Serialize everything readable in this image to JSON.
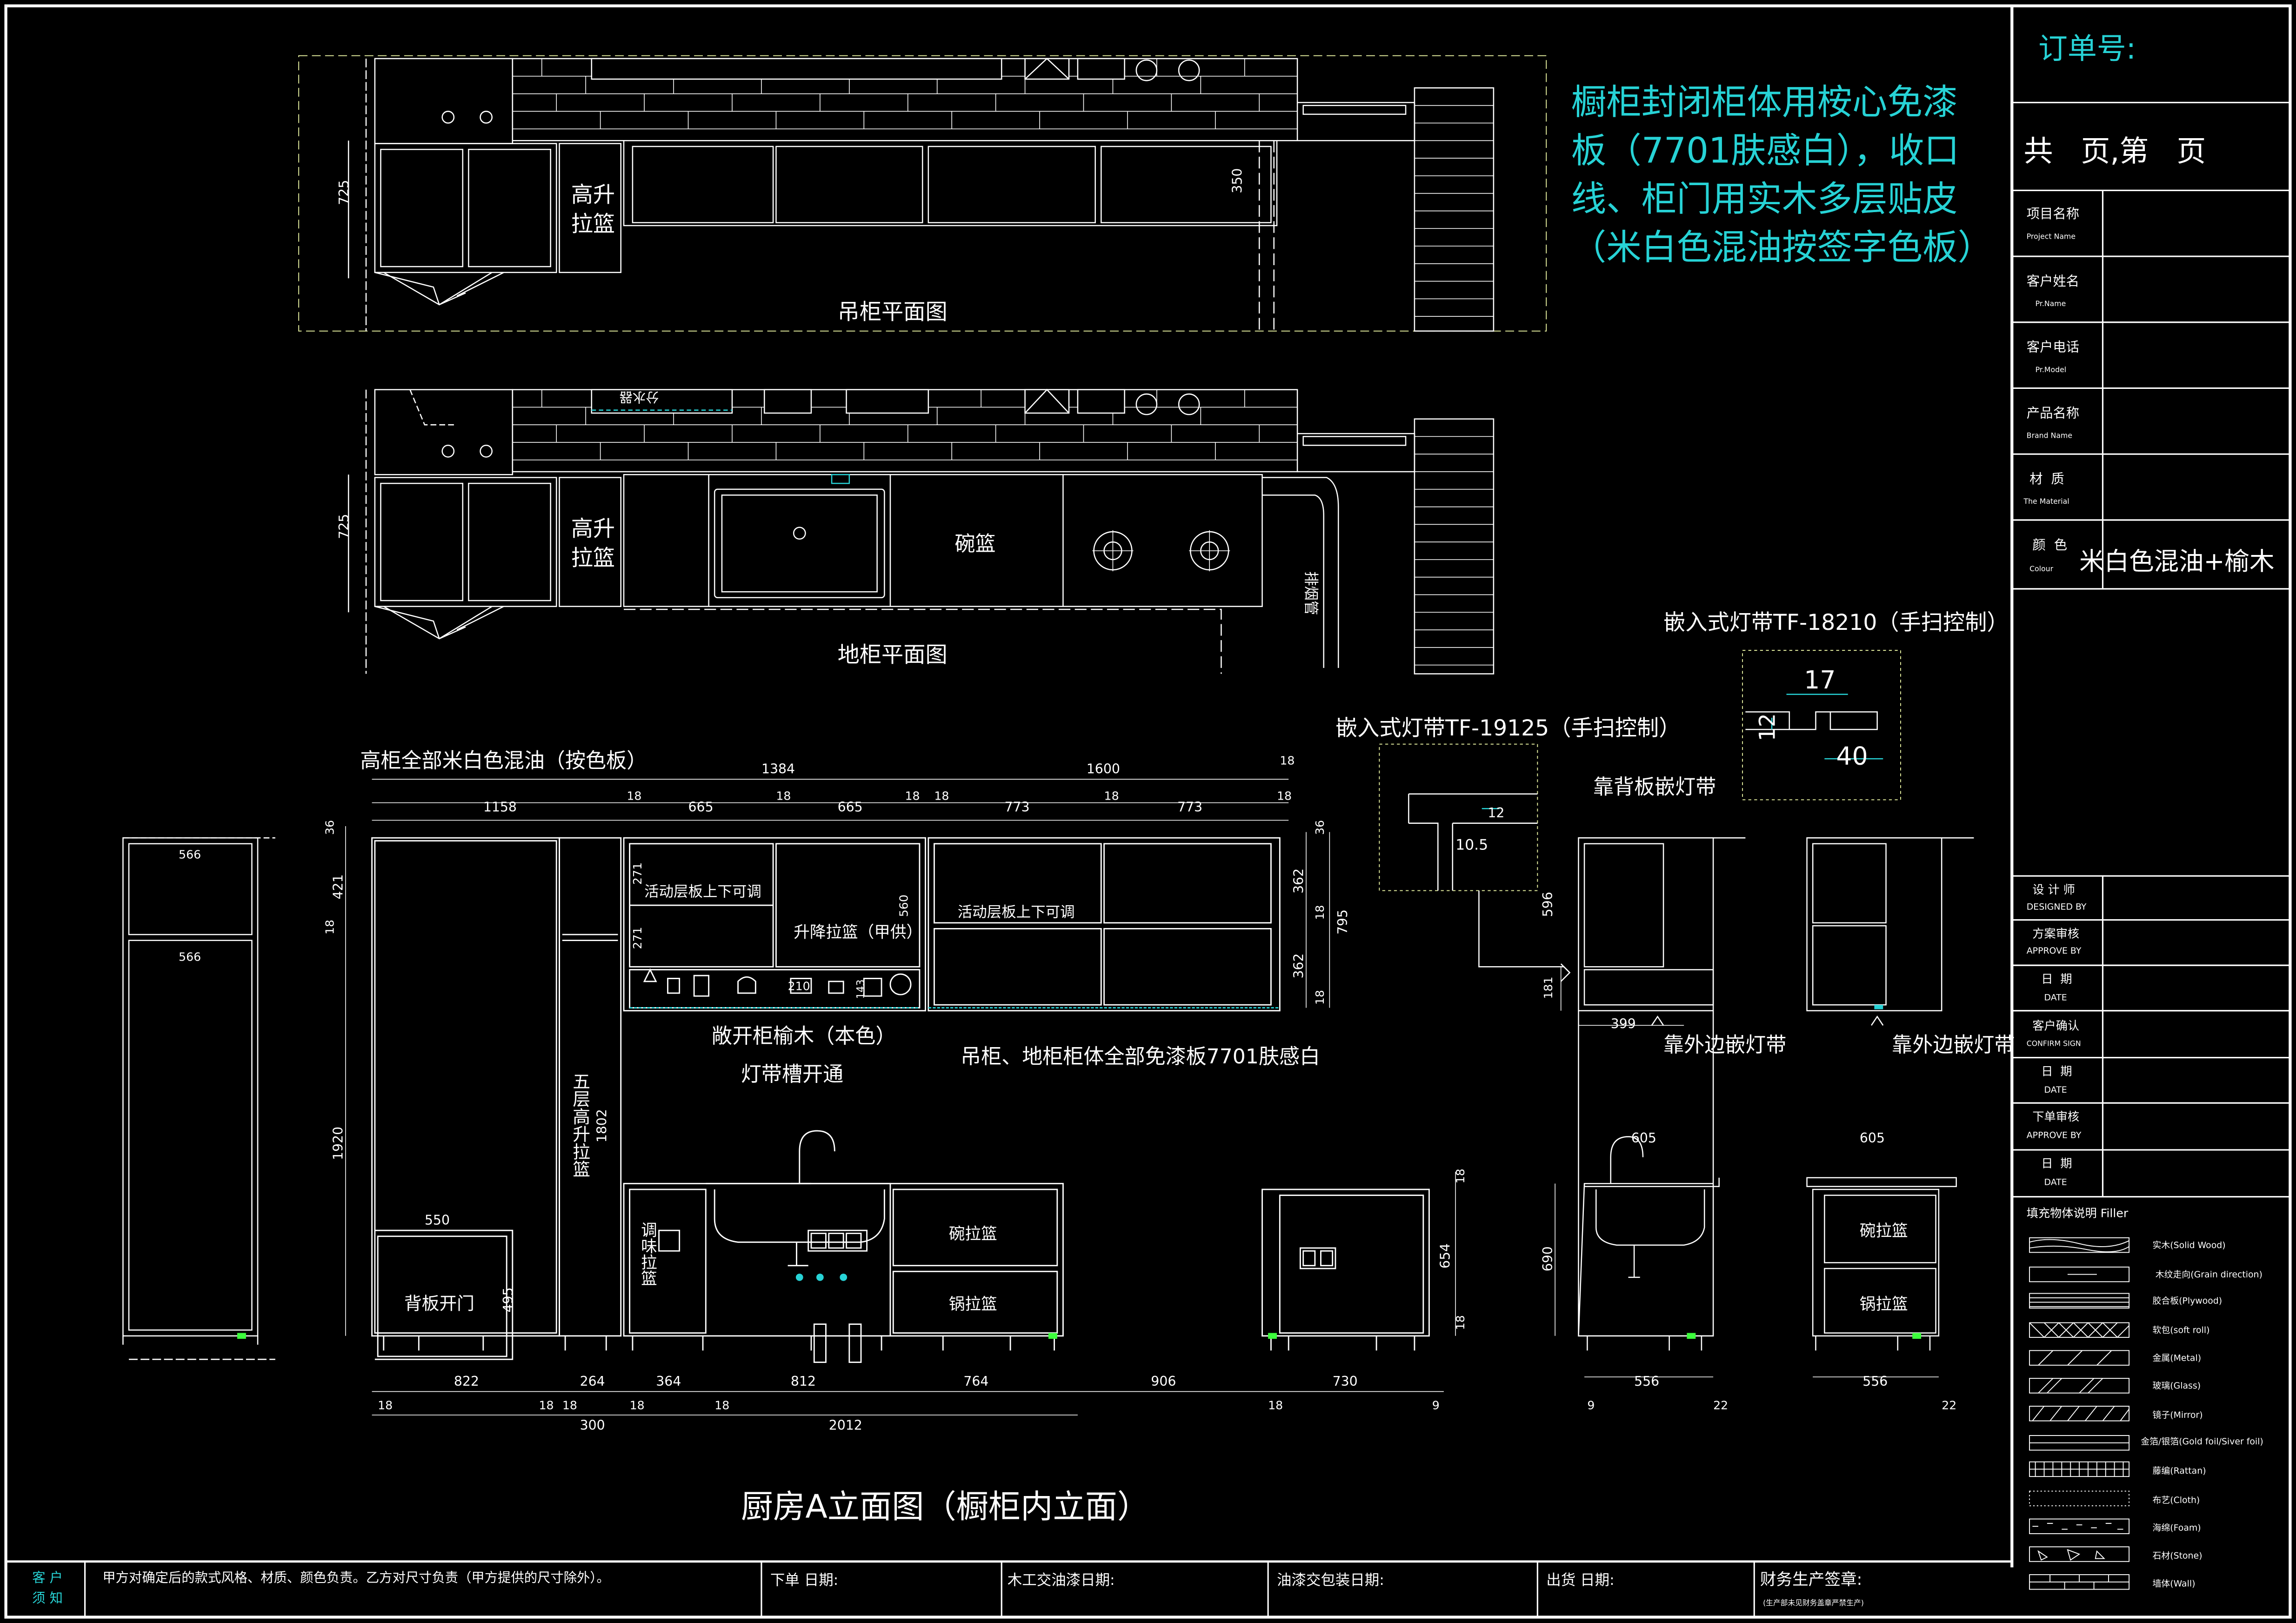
{
  "title_block": {
    "order_no": "订单号:",
    "pages": "共   页,第   页",
    "project_name": "项目名称",
    "project_name_en": "Project Name",
    "customer_name": "客户姓名",
    "customer_name_en": "Pr.Name",
    "customer_phone": "客户电话",
    "customer_phone_en": "Pr.Model",
    "product_name": "产品名称",
    "product_name_en": "Brand Name",
    "material": "材  质",
    "material_en": "The Material",
    "color": "颜  色",
    "color_en": "Colour",
    "color_value": "米白色混油+榆木",
    "designed_by": "设 计 师",
    "designed_by_en": "DESIGNED BY",
    "approve_by": "方案审核",
    "approve_by_en": "APPROVE BY",
    "date1": "日  期",
    "date1_en": "DATE",
    "confirm_sign": "客户确认",
    "confirm_sign_en": "CONFIRM SIGN",
    "date2": "日  期",
    "date2_en": "DATE",
    "order_review": "下单审核",
    "order_review_en": "APPROVE BY",
    "date3": "日  期",
    "date3_en": "DATE",
    "legend_title": "填充物体说明  Filler",
    "legend_items": [
      {
        "label": "实木(Solid Wood)"
      },
      {
        "label": "木纹走向(Grain direction)"
      },
      {
        "label": "胶合板(Plywood)"
      },
      {
        "label": "软包(soft roll)"
      },
      {
        "label": "金属(Metal)"
      },
      {
        "label": "玻璃(Glass)"
      },
      {
        "label": "镜子(Mirror)"
      },
      {
        "label": "金箔/银箔(Gold foil/Siver foil)"
      },
      {
        "label": "藤编(Rattan)"
      },
      {
        "label": "布艺(Cloth)"
      },
      {
        "label": "海绵(Foam)"
      },
      {
        "label": "石材(Stone)"
      },
      {
        "label": "墙体(Wall)"
      }
    ]
  },
  "note_cyan": [
    "橱柜封闭柜体用桉心免漆",
    "板（7701肤感白），收口",
    "线、柜门用实木多层贴皮",
    "（米白色混油按签字色板）"
  ],
  "plan_top": {
    "title": "吊柜平面图",
    "tall_basket": [
      "高升",
      "拉篮"
    ],
    "dim_725": "725",
    "dim_350": "350"
  },
  "plan_bottom": {
    "title": "地柜平面图",
    "tall_basket": [
      "高升",
      "拉篮"
    ],
    "dim_725": "725",
    "bowl": "碗篮",
    "exhaust": "排烟管",
    "pipe": "分水器"
  },
  "callouts": {
    "led1": "嵌入式灯带TF-18210（手扫控制）",
    "led1_dims": {
      "a": "17",
      "b": "12",
      "c": "40"
    },
    "led2": "嵌入式灯带TF-19125（手扫控制）",
    "led2_dims": {
      "a": "12",
      "b": "10.5"
    },
    "back_led": "靠背板嵌灯带",
    "outer_led_1": "靠外边嵌灯带",
    "outer_led_2": "靠外边嵌灯带"
  },
  "elevation": {
    "title": "厨房A立面图（橱柜内立面）",
    "tall_note": "高柜全部米白色混油（按色板）",
    "open_cab": [
      "敞开柜榆木（本色）",
      "灯带槽开通"
    ],
    "body_note": "吊柜、地柜柜体全部免漆板7701肤感白",
    "adj_shelf_1": "活动层板上下可调",
    "adj_shelf_2": "活动层板上下可调",
    "lift_basket": "升降拉篮（甲供）",
    "five_layer": "五层高升拉篮",
    "back_door": "背板开门",
    "spice": "调味拉篮",
    "bowl": "碗拉篮",
    "pot": "锅拉篮",
    "dims_top": [
      "1384",
      "1600"
    ],
    "dims_top2": [
      "1158",
      "18",
      "665",
      "18",
      "665",
      "18",
      "18",
      "773",
      "18",
      "773",
      "18",
      "18"
    ],
    "dims_right": [
      "36",
      "362",
      "18",
      "362",
      "18",
      "795"
    ],
    "dims_left": [
      "36",
      "421",
      "18",
      "1920"
    ],
    "dims_inner": [
      "271",
      "271",
      "560",
      "210",
      "143",
      "1802",
      "550",
      "495"
    ],
    "dims_bottom": [
      "18",
      "822",
      "18",
      "18",
      "264",
      "18",
      "364",
      "18",
      "812",
      "764",
      "906",
      "18",
      "730",
      "9"
    ],
    "dims_bottom2": [
      "300",
      "2012"
    ],
    "dim_654": "654",
    "dim_18a": "18",
    "dim_18b": "18",
    "side_566a": "566",
    "side_566b": "566"
  },
  "side_views": {
    "dim_596": "596",
    "dim_181": "181",
    "dim_399": "399",
    "dim_605a": "605",
    "dim_605b": "605",
    "dim_690": "690",
    "dim_556a": "556",
    "dim_556b": "556",
    "dim_9": "9",
    "dim_22a": "22",
    "dim_22b": "22",
    "bowl": "碗拉篮",
    "pot": "锅拉篮"
  },
  "footer": {
    "customer_notice": [
      "客 户",
      "须 知"
    ],
    "notice_text": "甲方对确定后的款式风格、材质、颜色负责。乙方对尺寸负责（甲方提供的尺寸除外）。",
    "order_date": "下单 日期:",
    "wood_date": "木工交油漆日期:",
    "paint_date": "油漆交包装日期:",
    "ship_date": "出货 日期:",
    "finance_sign": "财务生产签章:",
    "finance_sub": "(生产部未见财务盖章严禁生产)"
  }
}
